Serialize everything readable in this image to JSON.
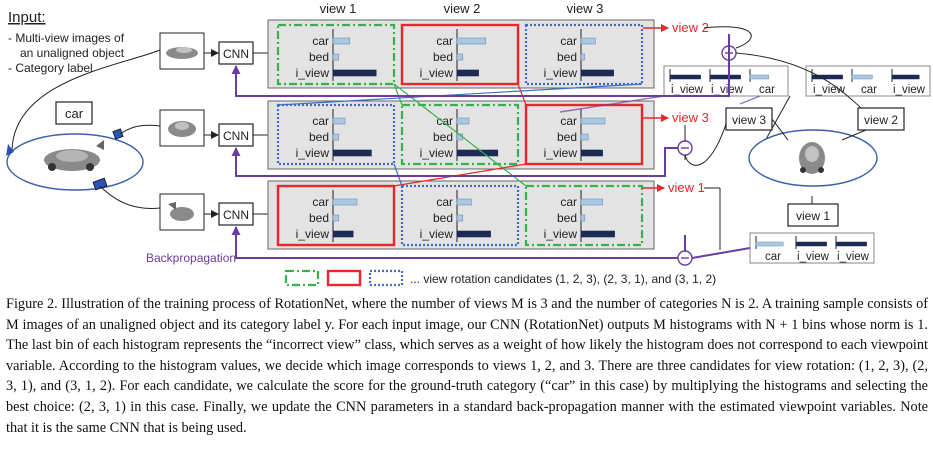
{
  "input": {
    "title": "Input:",
    "lines": [
      "- Multi-view images of",
      "an unaligned object",
      "- Category label"
    ],
    "category_label": "car"
  },
  "cnn_label": "CNN",
  "view_headers": [
    "view 1",
    "view 2",
    "view 3"
  ],
  "bar_labels": [
    "car",
    "bed",
    "i_view"
  ],
  "histogram_rows": [
    {
      "cells": [
        {
          "car": 0.35,
          "bed": 0.12,
          "i_view": 0.9
        },
        {
          "car": 0.6,
          "bed": 0.12,
          "i_view": 0.45
        },
        {
          "car": 0.3,
          "bed": 0.08,
          "i_view": 0.68
        }
      ]
    },
    {
      "cells": [
        {
          "car": 0.25,
          "bed": 0.12,
          "i_view": 0.8
        },
        {
          "car": 0.25,
          "bed": 0.12,
          "i_view": 0.85
        },
        {
          "car": 0.5,
          "bed": 0.15,
          "i_view": 0.45
        }
      ]
    },
    {
      "cells": [
        {
          "car": 0.5,
          "bed": 0.12,
          "i_view": 0.42
        },
        {
          "car": 0.3,
          "bed": 0.12,
          "i_view": 0.7
        },
        {
          "car": 0.45,
          "bed": 0.08,
          "i_view": 0.7
        }
      ]
    }
  ],
  "view_arrows": [
    "view 2",
    "view 3",
    "view 1"
  ],
  "estimated_views": [
    "view 3",
    "view 2",
    "view 1"
  ],
  "small_histograms": [
    {
      "labels": [
        "i_view",
        "i_view",
        "car"
      ],
      "values": [
        0.9,
        0.9,
        0.55
      ]
    },
    {
      "labels": [
        "i_view",
        "car",
        "i_view"
      ],
      "values": [
        0.9,
        0.6,
        0.8
      ]
    },
    {
      "labels": [
        "car",
        "i_view",
        "i_view"
      ],
      "values": [
        0.8,
        0.9,
        0.9
      ]
    }
  ],
  "backprop_label": "Backpropagation",
  "legend_text": "... view rotation candidates (1, 2, 3), (2, 3, 1), and (3, 1, 2)",
  "caption": {
    "line1": "Figure 2. Illustration of the training process of RotationNet, where the number of views M is 3 and the number of categories N is 2. A",
    "line2": "training sample consists of M images of an unaligned object and its category label y. For each input image, our CNN (RotationNet) outputs",
    "line3": "M histograms with N + 1 bins whose norm is 1. The last bin of each histogram represents the “incorrect view” class, which serves as a",
    "line4": "weight of how likely the histogram does not correspond to each viewpoint variable. According to the histogram values, we decide which",
    "line5": "image corresponds to views 1, 2, and 3. There are three candidates for view rotation: (1, 2, 3), (2, 3, 1), and (3, 1, 2). For each candidate,",
    "line6": "we calculate the score for the ground-truth category (“car” in this case) by multiplying the histograms and selecting the best choice: (2,",
    "line7": "3, 1) in this case. Finally, we update the CNN parameters in a standard back-propagation manner with the estimated viewpoint variables.",
    "line8": "Note that it is the same CNN that is being used."
  },
  "colors": {
    "green": "#37b24a",
    "red": "#e8262b",
    "blue": "#3a6ec8",
    "purple": "#6a3ca0",
    "bar_light": "#aac8e4",
    "bar_dark": "#1d2a55",
    "panel": "#e3e3e3",
    "ellipse": "#3a5fa8"
  }
}
